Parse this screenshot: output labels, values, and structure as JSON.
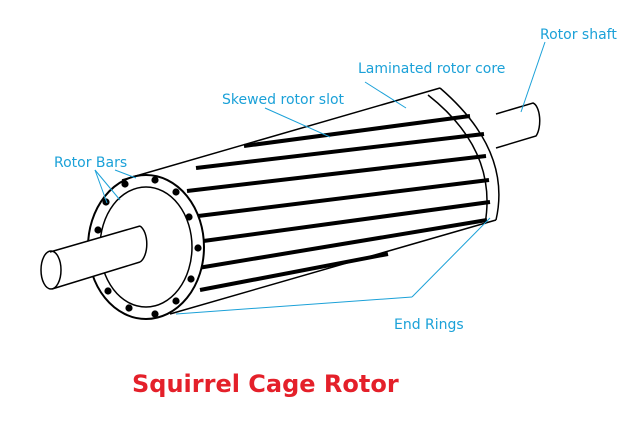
{
  "labels": {
    "rotor_shaft": "Rotor shaft",
    "laminated_core": "Laminated rotor core",
    "skewed_slot": "Skewed rotor slot",
    "rotor_bars": "Rotor Bars",
    "end_rings": "End Rings"
  },
  "title": "Squirrel Cage Rotor",
  "colors": {
    "label": "#1ba1d8",
    "title": "#e4202a",
    "outline": "#000000"
  }
}
